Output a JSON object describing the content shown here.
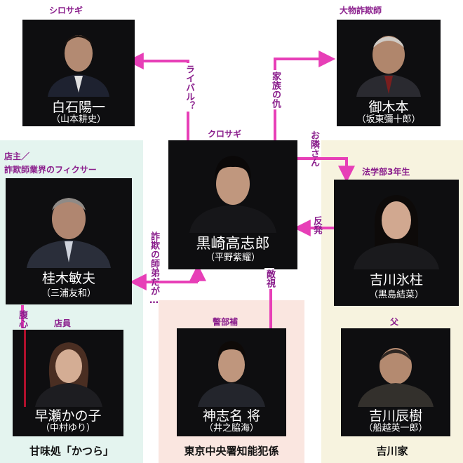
{
  "groups": {
    "katsura": "甘味処「かつら」",
    "keishicho": "東京中央署知能犯係",
    "yoshikawa": "吉川家"
  },
  "characters": {
    "shiraishi": {
      "role": "シロサギ",
      "name": "白石陽一",
      "actor": "（山本耕史）"
    },
    "mikimoto": {
      "role": "大物詐欺師",
      "name": "御木本",
      "actor": "（坂東彌十郎）"
    },
    "kurosaki": {
      "role": "クロサギ",
      "name": "黒崎高志郎",
      "actor": "（平野紫耀）"
    },
    "katsuragi": {
      "role": "店主／\n詐欺師業界のフィクサー",
      "role_line1": "店主／",
      "role_line2": "詐欺師業界のフィクサー",
      "name": "桂木敏夫",
      "actor": "（三浦友和）"
    },
    "yoshikawa_hio": {
      "role": "法学部3年生",
      "name": "吉川氷柱",
      "actor": "（黒島結菜）"
    },
    "hayase": {
      "role": "店員",
      "name": "早瀬かの子",
      "actor": "（中村ゆり）"
    },
    "kamishina": {
      "role": "警部補",
      "name": "神志名 将",
      "actor": "（井之脇海）"
    },
    "yoshikawa_tatsuki": {
      "role": "父",
      "name": "吉川辰樹",
      "actor": "（船越英一郎）"
    }
  },
  "relations": {
    "rival": "ライバル？",
    "revenge": "家族の仇",
    "neighbor": "お隣さん",
    "hanpatsu": "反発",
    "master": "詐欺の師弟だが…",
    "tekishi": "敵視",
    "fukushin": "腹心"
  },
  "colors": {
    "arrow": "#e73fb7",
    "label": "#8a1e8c",
    "card": "#0e0e10"
  }
}
